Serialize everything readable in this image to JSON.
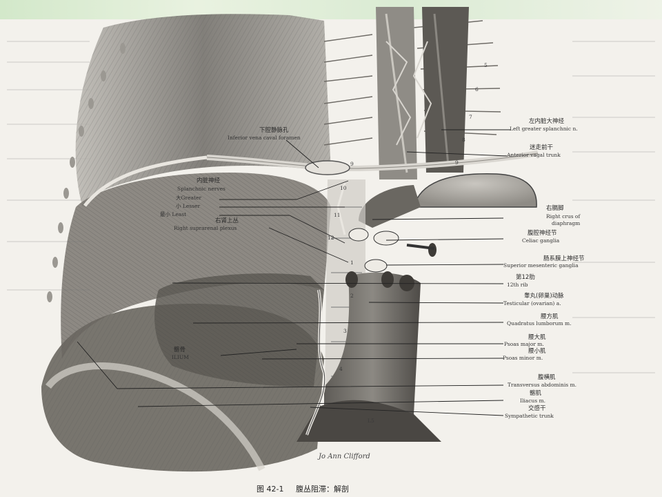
{
  "figure": {
    "caption_number": "图 42-1",
    "caption_title": "腹丛阻滞：解剖",
    "signature": "Jo Ann Clifford"
  },
  "labels_left": {
    "ivc_foramen_cn": "下腔静脉孔",
    "ivc_foramen_en": "Inferior vena caval foramen",
    "splanchnic_cn": "内脏神经",
    "splanchnic_en": "Splanchnic nerves",
    "greater": "大Greater",
    "lesser": "小 Lesser",
    "least": "最小 Least",
    "suprarenal_cn": "右肾上丛",
    "suprarenal_en": "Right suprarenal plexus",
    "ilium_cn": "髂骨",
    "ilium_en": "ILIUM"
  },
  "labels_right": [
    {
      "cn": "左内脏大神经",
      "en": "Left greater splanchnic n."
    },
    {
      "cn": "迷走前干",
      "en": "Anterior vagal trunk"
    },
    {
      "cn": "右膈脚",
      "en": "Right crus of",
      "en2": "diaphragm"
    },
    {
      "cn": "腹腔神经节",
      "en": "Celiac ganglia"
    },
    {
      "cn": "肠系膜上神经节",
      "en": "Superior mesenteric ganglia"
    },
    {
      "cn": "第12肋",
      "en": "12th rib"
    },
    {
      "cn": "睾丸(卵巢)动脉",
      "en": "Testicular (ovarian) a."
    },
    {
      "cn": "腰方肌",
      "en": "Quadratus lumborum m."
    },
    {
      "cn": "腰大肌",
      "en": "Psoas major m."
    },
    {
      "cn": "腰小肌",
      "en": "Psoas minor m."
    },
    {
      "cn": "腹横肌",
      "en": "Transversus abdominis m."
    },
    {
      "cn": "髂肌",
      "en": "Iliacus m."
    },
    {
      "cn": "交感干",
      "en": "Sympathetic trunk"
    }
  ],
  "vertebra_numbers": [
    "5",
    "6",
    "7",
    "8",
    "9",
    "9",
    "10",
    "11",
    "12",
    "1",
    "2",
    "3",
    "4",
    "L5"
  ]
}
